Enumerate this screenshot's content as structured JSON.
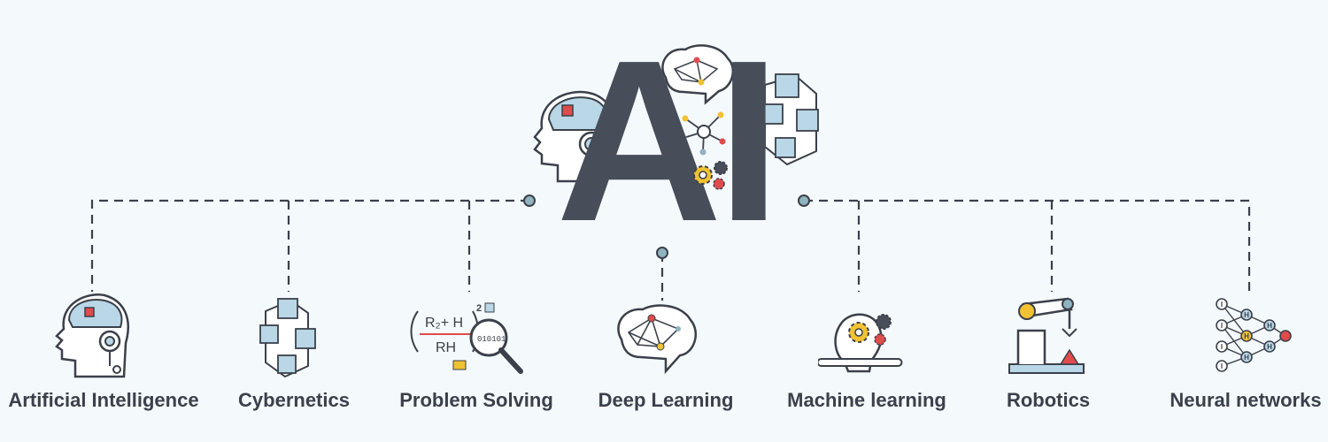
{
  "title": "AI",
  "topics": [
    {
      "label": "Artificial Intelligence",
      "icon": "robot-head-icon"
    },
    {
      "label": "Cybernetics",
      "icon": "cubes-icon"
    },
    {
      "label": "Problem Solving",
      "icon": "magnifier-formula-icon"
    },
    {
      "label": "Deep Learning",
      "icon": "brain-network-icon"
    },
    {
      "label": "Machine learning",
      "icon": "lightbulb-gears-icon"
    },
    {
      "label": "Robotics",
      "icon": "robot-arm-icon"
    },
    {
      "label": "Neural networks",
      "icon": "neural-network-icon"
    }
  ],
  "formula": {
    "r2h": "R₂+ H",
    "rh": "RH",
    "exp": "2",
    "binary": "010101"
  },
  "neural_nodes": {
    "input": "I",
    "hidden": "H"
  },
  "colors": {
    "dark": "#474d59",
    "outline": "#3b404a",
    "light_blue": "#b9d7e6",
    "teal_dot": "#8fb3bf",
    "yellow": "#f1c232",
    "red": "#e04b4b"
  }
}
